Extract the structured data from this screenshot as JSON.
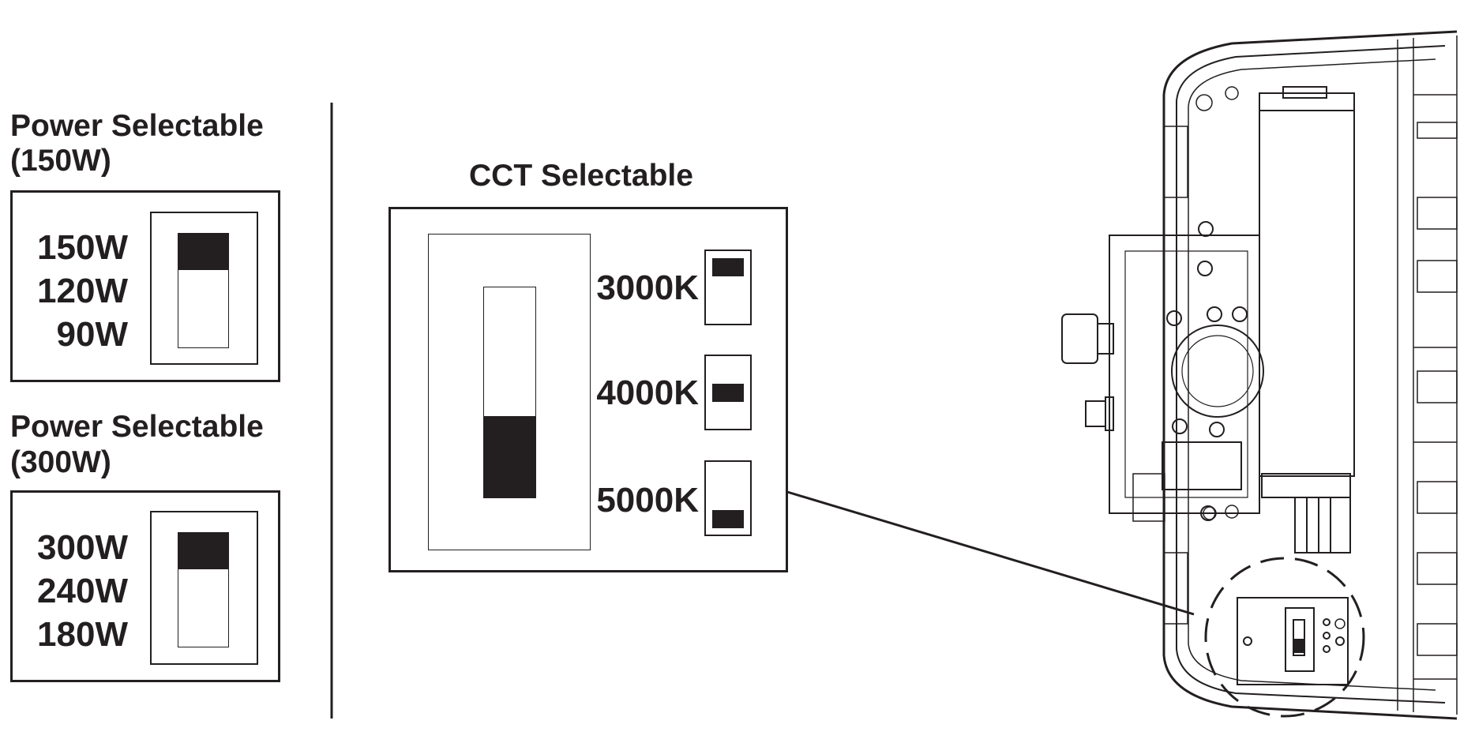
{
  "power_150": {
    "title_line1": "Power Selectable",
    "title_line2": "(150W)",
    "options": [
      "150W",
      "120W",
      "90W"
    ],
    "selected": "150W"
  },
  "power_300": {
    "title_line1": "Power Selectable",
    "title_line2": "(300W)",
    "options": [
      "300W",
      "240W",
      "180W"
    ],
    "selected": "300W"
  },
  "cct": {
    "title": "CCT Selectable",
    "options": [
      "3000K",
      "4000K",
      "5000K"
    ],
    "selected": "5000K"
  },
  "colors": {
    "ink": "#231f20",
    "background": "#ffffff"
  }
}
